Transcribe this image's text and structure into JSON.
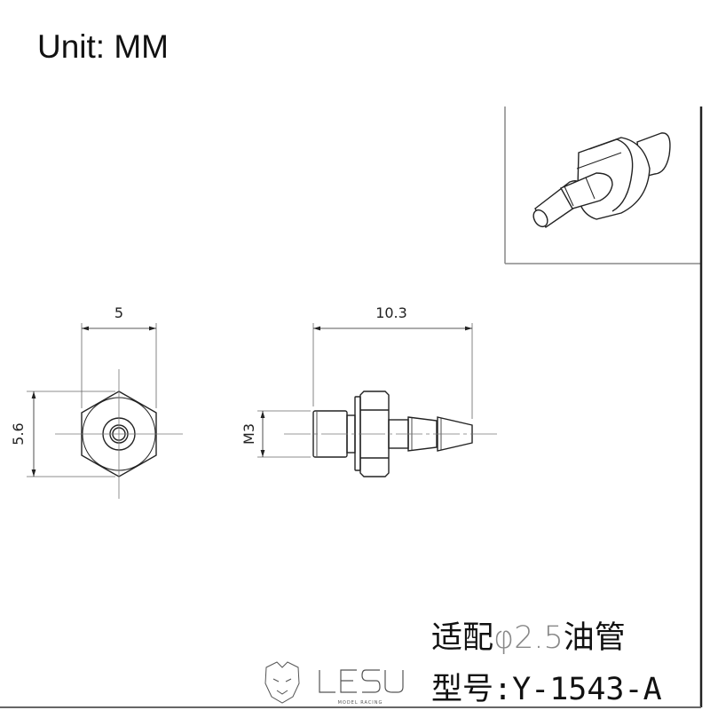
{
  "header": {
    "unit_label": "Unit: MM"
  },
  "dimensions": {
    "front_width": "5",
    "front_height": "5.6",
    "side_length": "10.3",
    "thread": "M3"
  },
  "footer": {
    "fit_prefix": "适配",
    "fit_diameter": "φ2.5",
    "fit_suffix": "油管",
    "model_label": "型号:Y-1543-A"
  },
  "logo": {
    "brand": "LESU",
    "tagline": "MODEL RACING"
  },
  "colors": {
    "line": "#222222",
    "dim": "#555555",
    "text": "#111111"
  }
}
